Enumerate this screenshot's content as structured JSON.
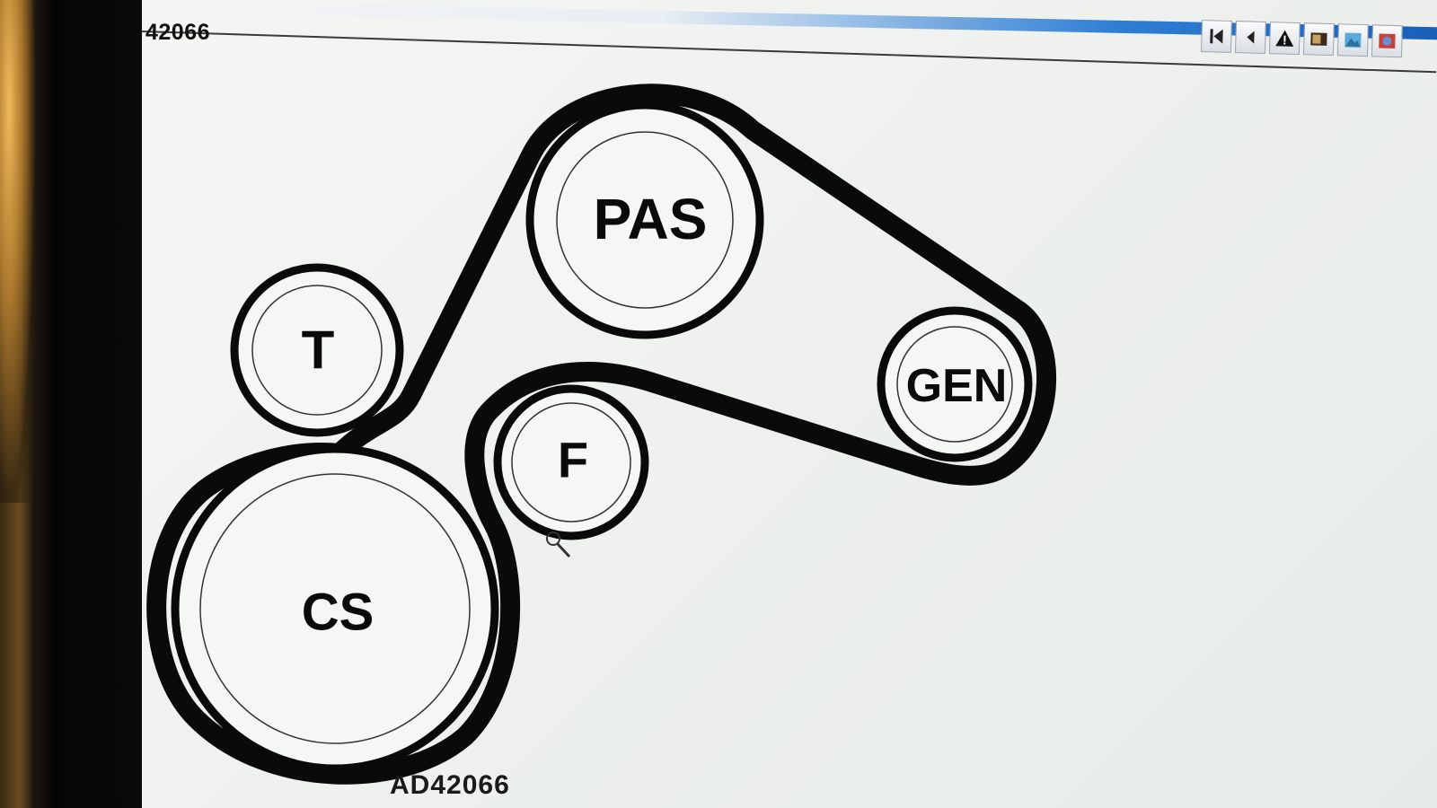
{
  "document": {
    "number": "42066",
    "caption": "AD42066"
  },
  "pulleys": [
    {
      "id": "pas",
      "label": "PAS"
    },
    {
      "id": "t",
      "label": "T"
    },
    {
      "id": "gen",
      "label": "GEN"
    },
    {
      "id": "f",
      "label": "F"
    },
    {
      "id": "cs",
      "label": "CS"
    }
  ],
  "toolbar": {
    "buttons": [
      {
        "icon": "first-page-icon"
      },
      {
        "icon": "previous-page-icon"
      },
      {
        "icon": "warning-icon"
      },
      {
        "icon": "document-icon"
      },
      {
        "icon": "image-icon"
      },
      {
        "icon": "close-icon"
      }
    ]
  },
  "colors": {
    "belt": "#0a0a0a",
    "screen": "#f2f4f1",
    "toolbar_accent": "#1a5fb8"
  }
}
